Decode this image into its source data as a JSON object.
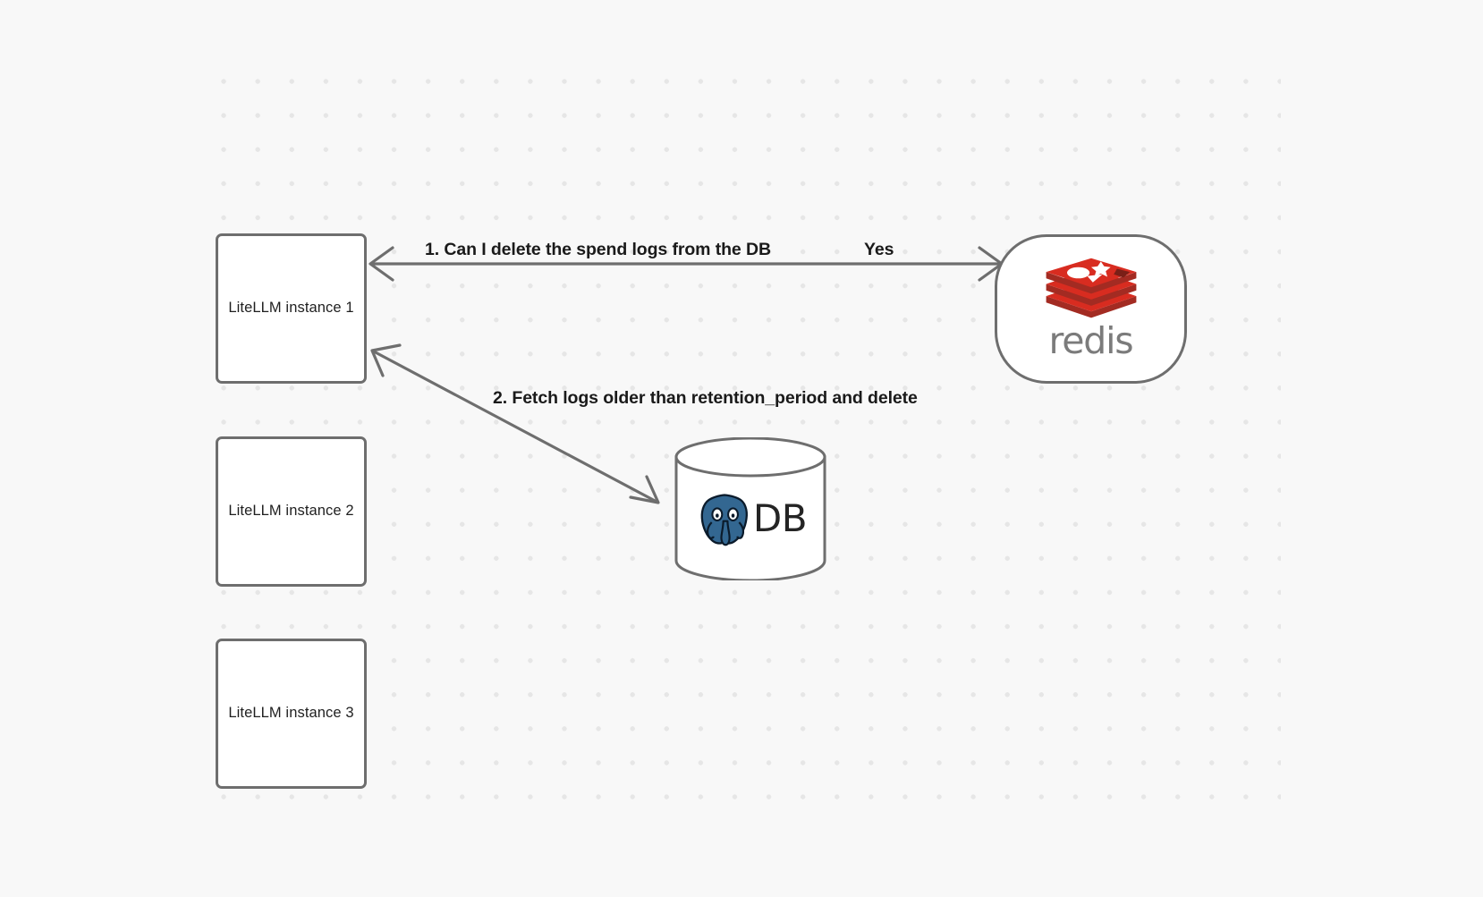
{
  "diagram": {
    "type": "flow-diagram",
    "background": {
      "color": "#f8f8f8",
      "dot_color": "#e6e6e6",
      "pattern": "dot-grid"
    },
    "nodes": [
      {
        "id": "instance-1",
        "label": "LiteLLM instance 1",
        "shape": "rounded-rect"
      },
      {
        "id": "instance-2",
        "label": "LiteLLM instance 2",
        "shape": "rounded-rect"
      },
      {
        "id": "instance-3",
        "label": "LiteLLM instance 3",
        "shape": "rounded-rect"
      },
      {
        "id": "redis",
        "label": "redis",
        "shape": "stadium",
        "logo": "redis-logo",
        "logo_color": "#c6302b",
        "wordmark_color": "#7b7b7b"
      },
      {
        "id": "db",
        "label": "DB",
        "shape": "cylinder",
        "logo": "postgresql-elephant-icon",
        "logo_color": "#336791"
      }
    ],
    "edges": [
      {
        "id": "edge-1",
        "from": "redis",
        "to": "instance-1",
        "label": "1.  Can I delete the spend logs from the DB",
        "secondary_label": "Yes",
        "direction": "bidirectional"
      },
      {
        "id": "edge-2",
        "from": "instance-1",
        "to": "db",
        "label": "2.  Fetch logs older than retention_period and delete",
        "direction": "bidirectional"
      }
    ],
    "stroke_color": "#6e6e6e",
    "text_color": "#1a1a1a"
  }
}
